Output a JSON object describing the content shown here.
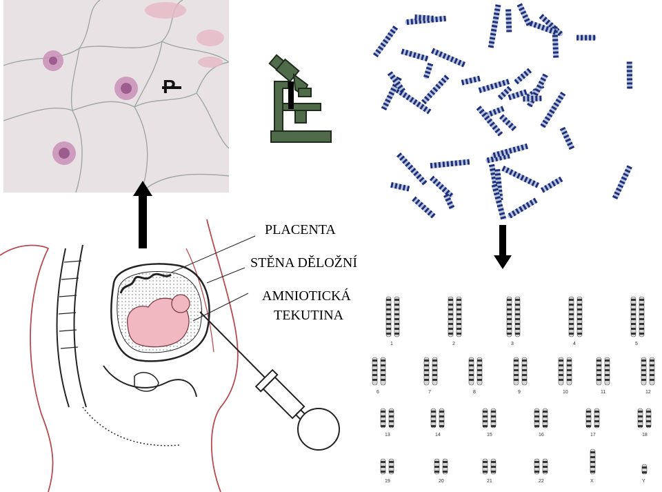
{
  "labels": {
    "placenta": "PLACENTA",
    "uterine_wall": "STĚNA DĚLOŽNÍ",
    "amniotic_fluid_line1": "AMNIOTICKÁ",
    "amniotic_fluid_line2": "TEKUTINA",
    "p_marker": "P"
  },
  "karyotype": {
    "numbers": [
      "1",
      "2",
      "3",
      "4",
      "5",
      "6",
      "7",
      "8",
      "9",
      "10",
      "11",
      "12",
      "13",
      "14",
      "15",
      "16",
      "17",
      "18",
      "19",
      "20",
      "21",
      "22",
      "X",
      "Y"
    ]
  },
  "icons": [
    "microscope-icon",
    "up-arrow",
    "down-arrow"
  ],
  "colors": {
    "arrow": "#000000",
    "chromosome": "#1e2f7a",
    "cell_nuclei": "#b57aa8",
    "fetus": "#f2b8c2"
  }
}
